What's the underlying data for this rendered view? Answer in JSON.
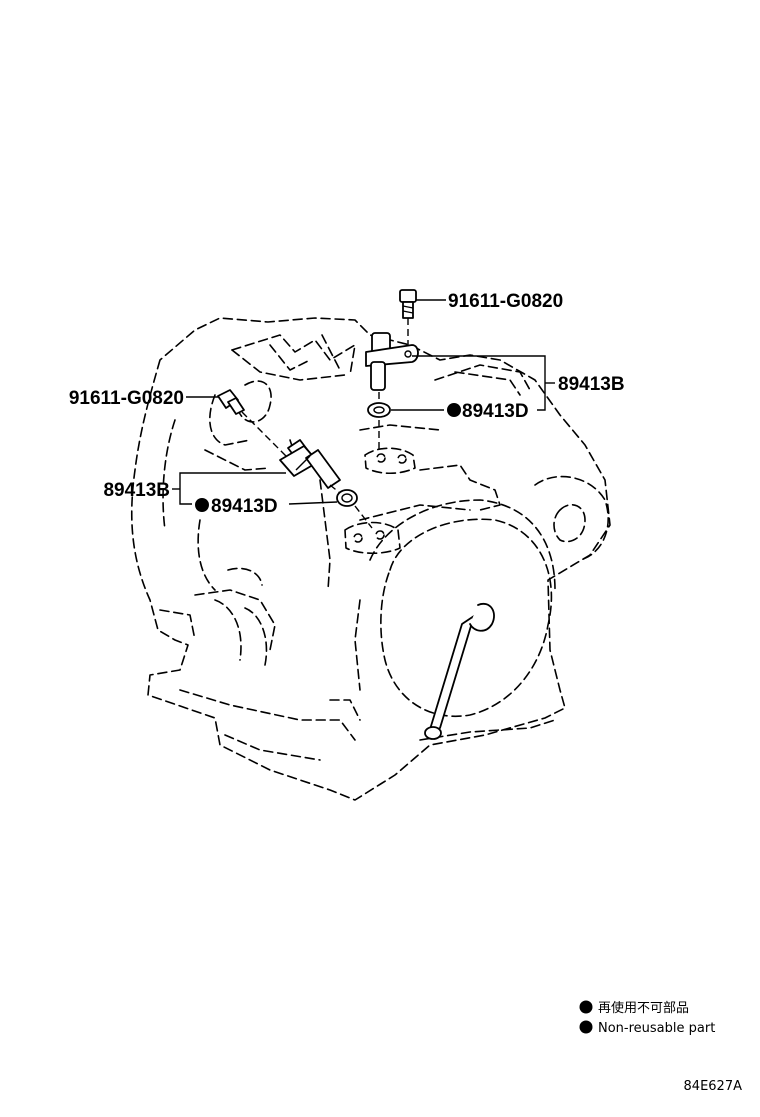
{
  "diagram": {
    "callouts": [
      {
        "id": "bolt-top",
        "text": "91611-G0820",
        "non_reusable": false
      },
      {
        "id": "sensor-top",
        "text": "89413B",
        "non_reusable": false
      },
      {
        "id": "oring-top",
        "text": "89413D",
        "non_reusable": true
      },
      {
        "id": "bolt-left",
        "text": "91611-G0820",
        "non_reusable": false
      },
      {
        "id": "sensor-left",
        "text": "89413B",
        "non_reusable": false
      },
      {
        "id": "oring-left",
        "text": "89413D",
        "non_reusable": true
      }
    ],
    "legend": [
      {
        "symbol": "filled-circle",
        "text": "再使用不可部品"
      },
      {
        "symbol": "filled-circle",
        "text": "Non-reusable part"
      }
    ],
    "figure_code": "84E627A"
  }
}
